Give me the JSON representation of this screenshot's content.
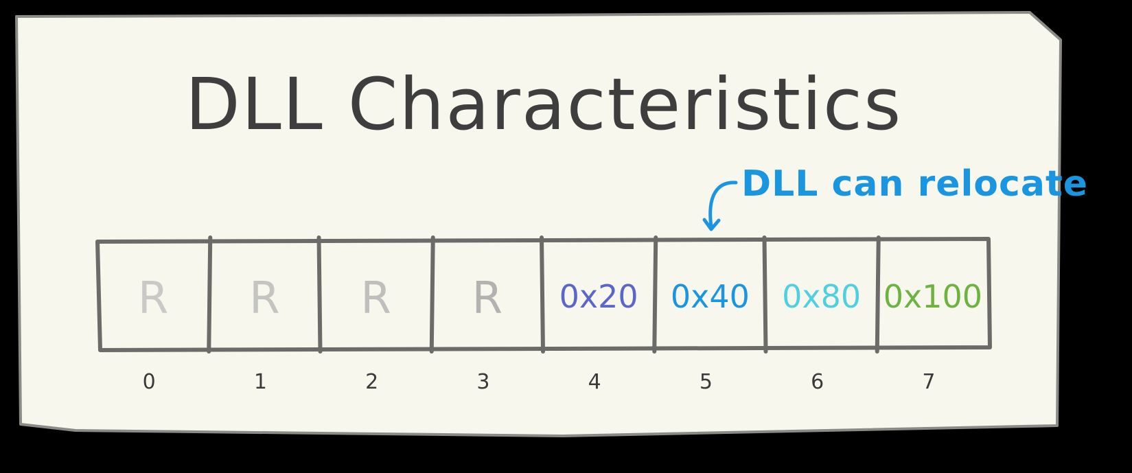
{
  "title": "DLL Characteristics",
  "annotation": {
    "text": "DLL can relocate",
    "color": "#1a95e0",
    "target_bit": 5
  },
  "colors": {
    "ink": "#3e3e3e",
    "paper": "#f8f7ee",
    "box_stroke": "#6b6b69",
    "reserved": "#bdbdbb"
  },
  "bits": [
    {
      "index": "0",
      "label": "R",
      "reserved": true,
      "color": "#c9c9c7"
    },
    {
      "index": "1",
      "label": "R",
      "reserved": true,
      "color": "#c4c4c2"
    },
    {
      "index": "2",
      "label": "R",
      "reserved": true,
      "color": "#bfbfbd"
    },
    {
      "index": "3",
      "label": "R",
      "reserved": true,
      "color": "#b2b2b0"
    },
    {
      "index": "4",
      "label": "0x20",
      "reserved": false,
      "color": "#5a67c9"
    },
    {
      "index": "5",
      "label": "0x40",
      "reserved": false,
      "color": "#1a95e0"
    },
    {
      "index": "6",
      "label": "0x80",
      "reserved": false,
      "color": "#4fd0e0"
    },
    {
      "index": "7",
      "label": "0x100",
      "reserved": false,
      "color": "#6db33f"
    }
  ]
}
